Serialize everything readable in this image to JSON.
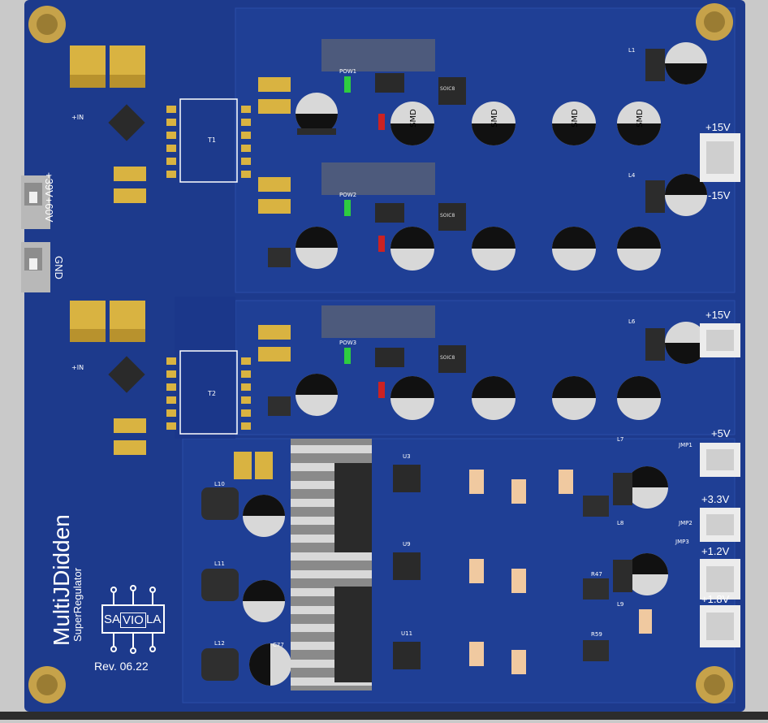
{
  "board": {
    "title": "MultiJDidden",
    "subtitle": "SuperRegulator",
    "logo_text": [
      "SA",
      "VIO",
      "LA"
    ],
    "revision": "Rev. 06.22"
  },
  "connectors": {
    "input_label": "+39V+60V",
    "gnd_label": "GND",
    "out1_pos": "+15V",
    "out1_neg": "-15V",
    "out2_pos": "+15V",
    "out_5v": "+5V",
    "out_33v": "+3.3V",
    "out_12v": "+1.2V",
    "out_18v": "+1.8V"
  },
  "refdes": {
    "t1": "T1",
    "t2": "T2",
    "pow1": "POW1",
    "pow2": "POW2",
    "pow3": "POW3",
    "u3": "U3",
    "u9": "U9",
    "u11": "U11",
    "jmp1": "JMP1",
    "jmp2": "JMP2",
    "jmp3": "JMP3",
    "l1": "L1",
    "l4": "L4",
    "l6": "L6",
    "l7": "L7",
    "l8": "L8",
    "l9": "L9",
    "l10": "L10",
    "l11": "L11",
    "l12": "L12",
    "r59": "R59",
    "r47": "R47",
    "c77": "C77",
    "in_plus": "+IN",
    "smd": "SMD",
    "soic": "SOIC8"
  },
  "colors": {
    "pcb": "#1d3a8c",
    "pcb_dark": "#16306f",
    "gold": "#c6a24a",
    "silk": "#ffffff",
    "cap_body": "#d8d8d8",
    "chip": "#2a2a2a",
    "tant": "#d9b341"
  }
}
